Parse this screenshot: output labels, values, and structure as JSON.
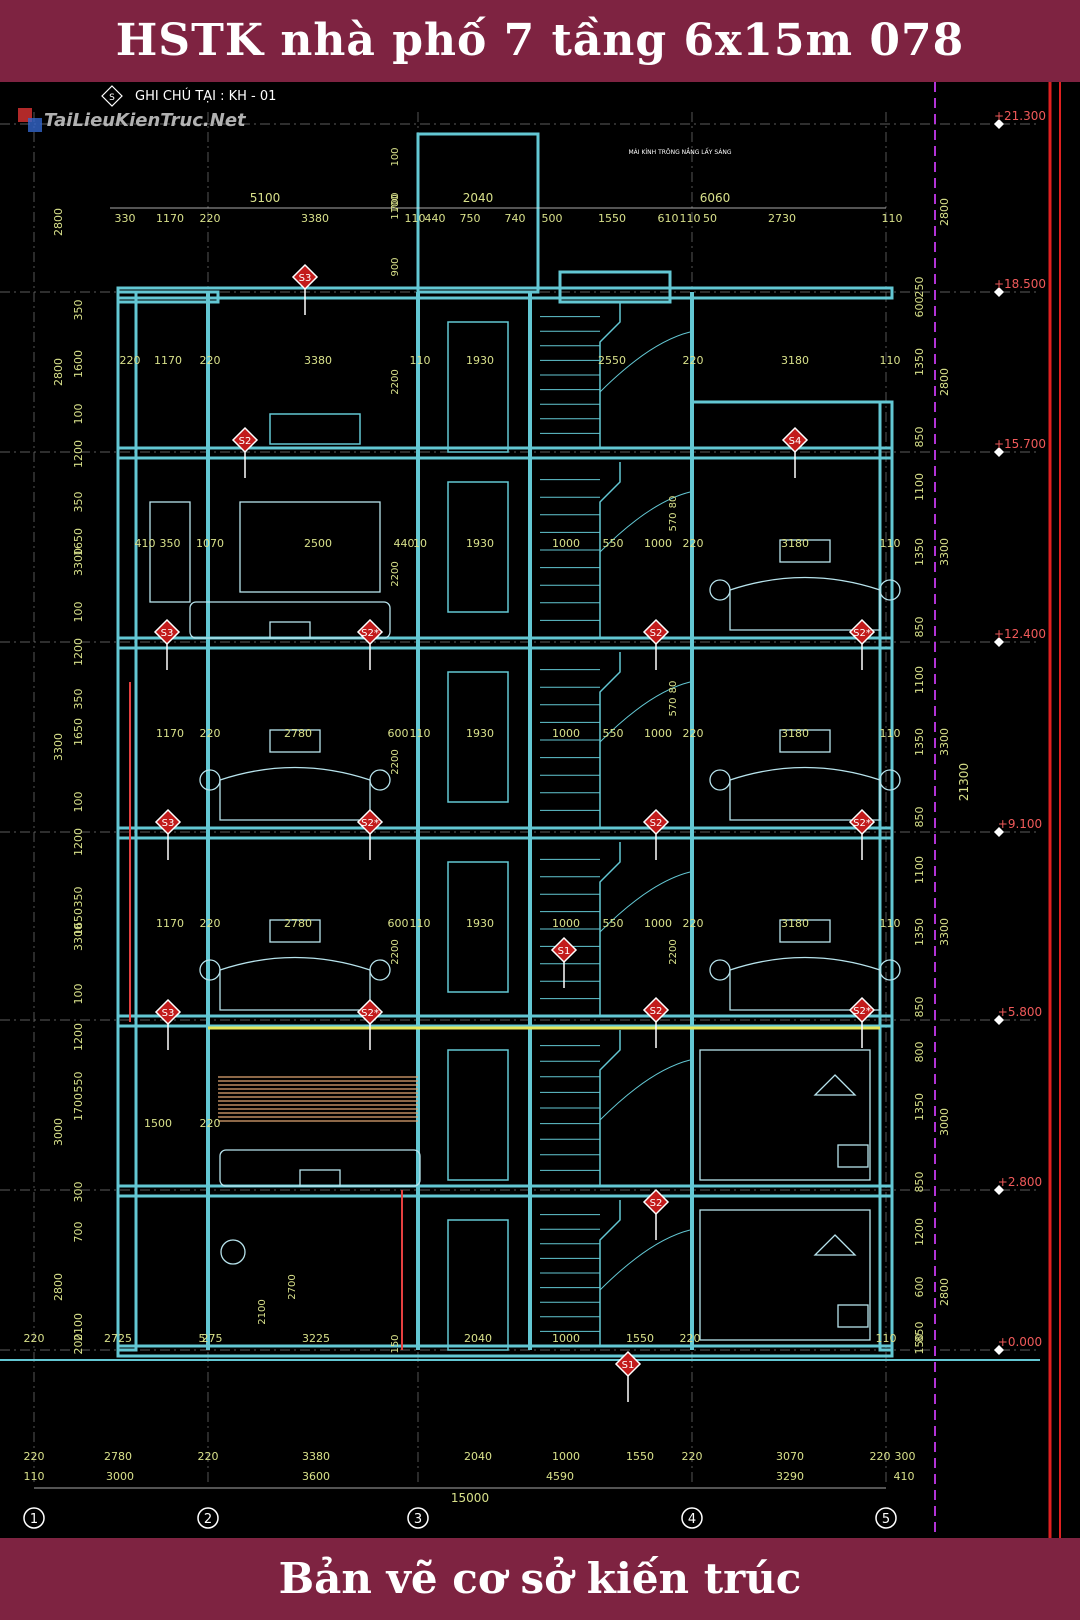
{
  "header": {
    "title": "HSTK nhà phố 7 tầng 6x15m 078"
  },
  "footer": {
    "subtitle": "Bản vẽ cơ sở kiến trúc"
  },
  "drawing": {
    "note": "GHI CHÚ TẠI : KH - 01",
    "note_symbol": "S",
    "watermark": "TaiLieuKienTruc.Net",
    "stair_label": "MÁI KÍNH TRÔNG NẮNG LẤY SÁNG",
    "levels": [
      "+21.300",
      "+18.500",
      "+15.700",
      "+12.400",
      "+9.100",
      "+5.800",
      "+2.800",
      "+0.000"
    ],
    "axes": [
      "1",
      "2",
      "3",
      "4",
      "5"
    ],
    "overall_width": "15000",
    "overall_height": "21300",
    "bottom_dims_row1": [
      "220",
      "2780",
      "220",
      "3380",
      "2040",
      "1000",
      "1550",
      "220",
      "3070",
      "220",
      "300"
    ],
    "bottom_dims_row2": [
      "110",
      "3000",
      "3600",
      "4590",
      "3290",
      "410"
    ],
    "top_dims_row1": [
      "5100",
      "2040",
      "6060"
    ],
    "top_dims_row2": [
      "330",
      "1170",
      "220",
      "3380",
      "110",
      "440",
      "750",
      "740",
      "500",
      "1550",
      "610",
      "110",
      "50",
      "2730",
      "110"
    ],
    "floor_dims": [
      [
        "220",
        "1170",
        "220",
        "3380",
        "110",
        "1930",
        "2550",
        "220",
        "3180",
        "110"
      ],
      [
        "410",
        "350",
        "1070",
        "2500",
        "440",
        "10",
        "1930",
        "1000",
        "550",
        "1000",
        "220",
        "3180",
        "110"
      ],
      [
        "1170",
        "220",
        "2780",
        "600",
        "110",
        "1930",
        "1000",
        "550",
        "1000",
        "220",
        "3180",
        "110"
      ],
      [
        "1170",
        "220",
        "2780",
        "600",
        "110",
        "1930",
        "1000",
        "550",
        "1000",
        "220",
        "3180",
        "110"
      ],
      [
        "1500",
        "220"
      ],
      [
        "220",
        "2725",
        "5",
        "275",
        "3225",
        "2040",
        "1000",
        "1550",
        "220",
        "110"
      ]
    ],
    "left_vert_dims": [
      "2800",
      "350",
      "2800",
      "1600",
      "100",
      "1200",
      "350",
      "3300",
      "1650",
      "100",
      "1200",
      "350",
      "3300",
      "1650",
      "100",
      "1200",
      "350",
      "3300",
      "1650",
      "100",
      "1200",
      "550",
      "3000",
      "1700",
      "300",
      "700",
      "2800",
      "2100",
      "200"
    ],
    "right_vert_dims": [
      "2800",
      "600",
      "250",
      "1350",
      "2800",
      "850",
      "1100",
      "1350",
      "3300",
      "850",
      "1100",
      "1350",
      "3300",
      "850",
      "1100",
      "1350",
      "3300",
      "850",
      "800",
      "1350",
      "3000",
      "850",
      "1200",
      "600",
      "2800",
      "850",
      "150"
    ],
    "inner_vert_dims": [
      "100",
      "700",
      "1100",
      "900",
      "2200",
      "80",
      "570",
      "2200",
      "80",
      "570",
      "2200",
      "2200",
      "2200",
      "2700",
      "2100",
      "150"
    ],
    "tags": [
      "S3",
      "S2",
      "S4",
      "S3",
      "S2*",
      "S2",
      "S2*",
      "S3",
      "S2*",
      "S2",
      "S2*",
      "S3",
      "S2*",
      "S1",
      "S2",
      "S2*",
      "S2",
      "S1"
    ]
  }
}
